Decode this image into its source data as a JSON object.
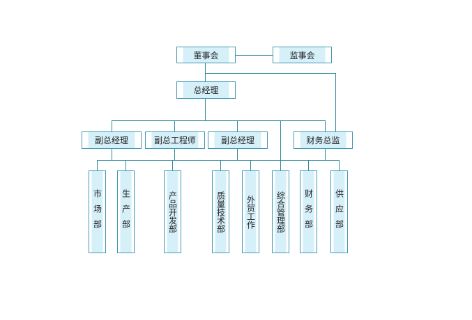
{
  "colors": {
    "line": "#2f8a9a",
    "box_border": "#3f98b0",
    "box_fill": "#d6f0fa"
  },
  "nodes": {
    "board": "董事会",
    "supervisors": "监事会",
    "gm": "总经理",
    "vgm1": "副总经理",
    "vce": "副总工程师",
    "vgm2": "副总经理",
    "finance_director": "财务总监"
  },
  "departments": [
    "市场部",
    "生产部",
    "产品开发部",
    "质量技术部",
    "外贸工作",
    "综合管理部",
    "财务部",
    "供应部"
  ]
}
